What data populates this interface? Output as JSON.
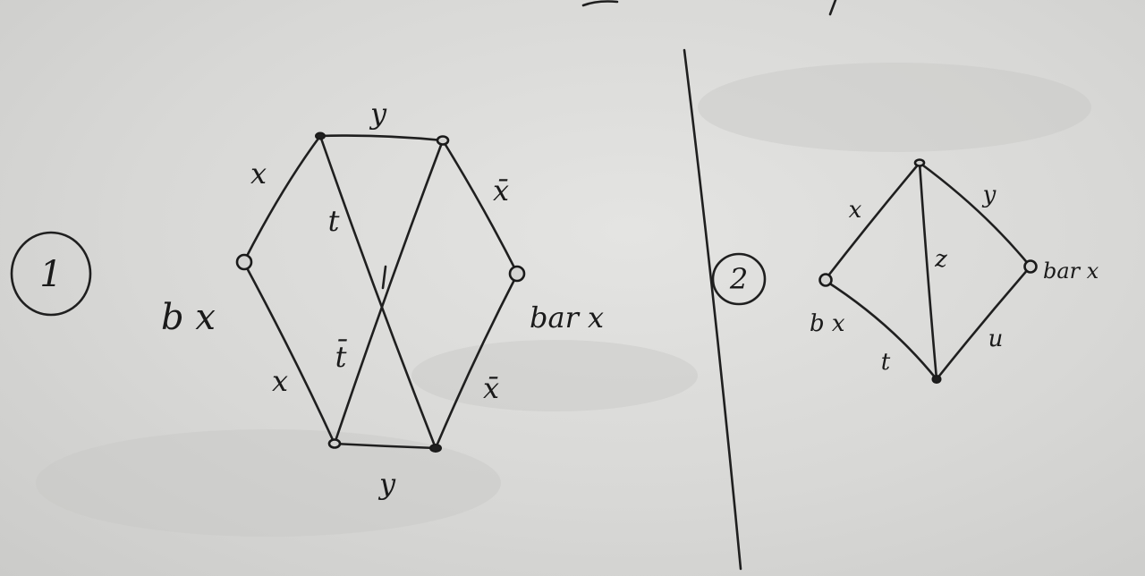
{
  "diagrams": [
    {
      "number": "1",
      "terminals": {
        "left": "b x",
        "right": "bar x"
      },
      "edge_labels": {
        "top": "y",
        "upper_left": "x",
        "upper_right": "x̄",
        "lower_left": "x",
        "lower_right": "x̄",
        "bottom": "y",
        "diag_t": "t",
        "diag_tbar": "t̄"
      }
    },
    {
      "number": "2",
      "terminals": {
        "left": "b x",
        "right": "bar x"
      },
      "edge_labels": {
        "upper_left": "x",
        "upper_right": "y",
        "middle": "z",
        "lower_left": "t",
        "lower_right": "u"
      }
    }
  ]
}
